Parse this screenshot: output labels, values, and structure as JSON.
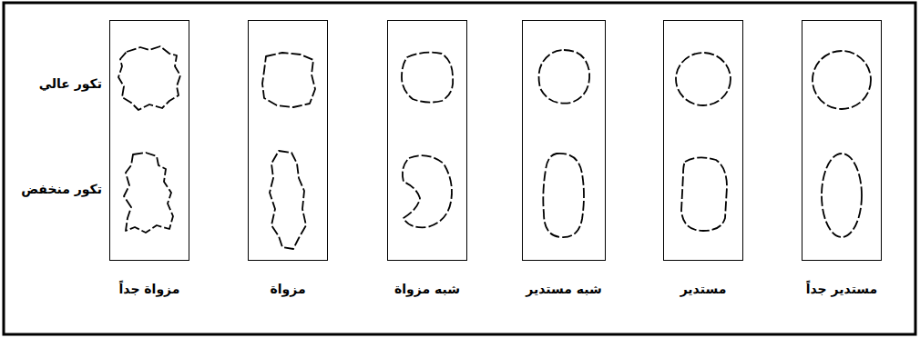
{
  "diagram": {
    "nodes": [
      {
        "text": [
          "مستدير جداً"
        ]
      },
      {
        "text": [
          "مستدير"
        ]
      },
      {
        "text": [
          "شبه مستدير"
        ]
      },
      {
        "text": [
          "شبه مزواة"
        ]
      },
      {
        "text": [
          "مزواة"
        ]
      },
      {
        "text": [
          "مزواة جداً"
        ]
      }
    ],
    "labels": [
      "تكور عالي",
      "تكور منخفض"
    ]
  }
}
